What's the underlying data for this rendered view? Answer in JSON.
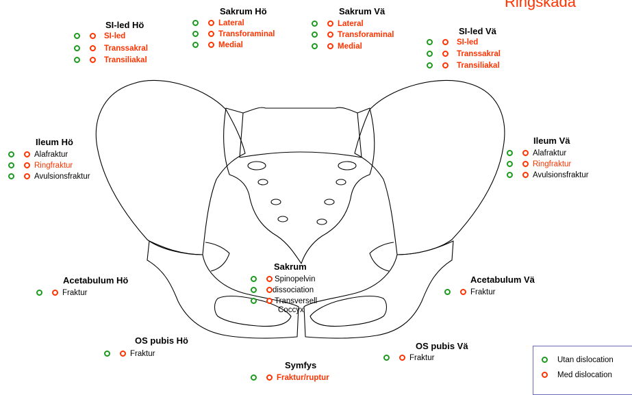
{
  "title": "Ringskada",
  "colors": {
    "without": "#1a9a1a",
    "with": "#ff3300"
  },
  "si_hoger": {
    "heading": "SI-led Hö",
    "items": [
      "SI-led",
      "Transsakral",
      "Transiliakal"
    ]
  },
  "sakrum_hoger": {
    "heading": "Sakrum Hö",
    "items": [
      "Lateral",
      "Transforaminal",
      "Medial"
    ]
  },
  "sakrum_vanster": {
    "heading": "Sakrum Vä",
    "items": [
      "Lateral",
      "Transforaminal",
      "Medial"
    ]
  },
  "si_vanster": {
    "heading": "SI-led Vä",
    "items": [
      "SI-led",
      "Transsakral",
      "Transiliakal"
    ]
  },
  "ileum_hoger": {
    "heading": "Ileum Hö",
    "items": [
      "Alafraktur",
      "Ringfraktur",
      "Avulsionsfraktur"
    ]
  },
  "ileum_vanster": {
    "heading": "Ileum Vä",
    "items": [
      "Alafraktur",
      "Ringfraktur",
      "Avulsionsfraktur"
    ]
  },
  "sakrum": {
    "heading": "Sakrum",
    "items": [
      "Spinopelvin",
      "dissociation",
      "Transversell",
      "Coccyx"
    ]
  },
  "acetabulum_hoger": {
    "heading": "Acetabulum Hö",
    "items": [
      "Fraktur"
    ]
  },
  "acetabulum_vanster": {
    "heading": "Acetabulum Vä",
    "items": [
      "Fraktur"
    ]
  },
  "os_pubis_hoger": {
    "heading": "OS pubis Hö",
    "items": [
      "Fraktur"
    ]
  },
  "os_pubis_vanster": {
    "heading": "OS pubis Vä",
    "items": [
      "Fraktur"
    ]
  },
  "symfys": {
    "heading": "Symfys",
    "items": [
      "Fraktur/ruptur"
    ]
  },
  "legend": {
    "without": "Utan dislocation",
    "with": "Med dislocation"
  }
}
